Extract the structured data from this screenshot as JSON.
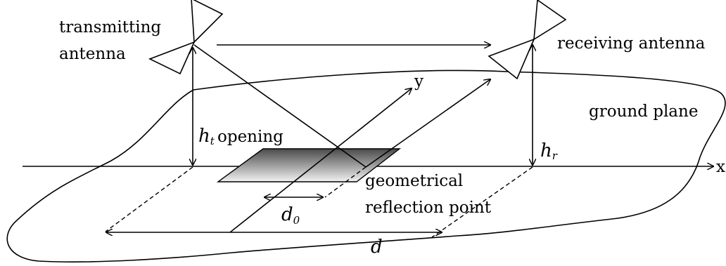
{
  "labels": {
    "transmitting_line1": "transmitting",
    "transmitting_line2": "antenna",
    "receiving": "receiving antenna",
    "y_axis": "y",
    "x_axis": "x",
    "ground_plane": "ground plane",
    "opening": "opening",
    "geometrical": "geometrical",
    "reflection_point": "reflection point"
  },
  "symbols": {
    "ht_base": "h",
    "ht_sub": "t",
    "hr_base": "h",
    "hr_sub": "r",
    "d0_base": "d",
    "d0_sub": "0",
    "d": "d"
  },
  "colors": {
    "stroke": "#000000",
    "opening_dark": "#4a4a4a",
    "opening_light": "#f2f2f2"
  }
}
